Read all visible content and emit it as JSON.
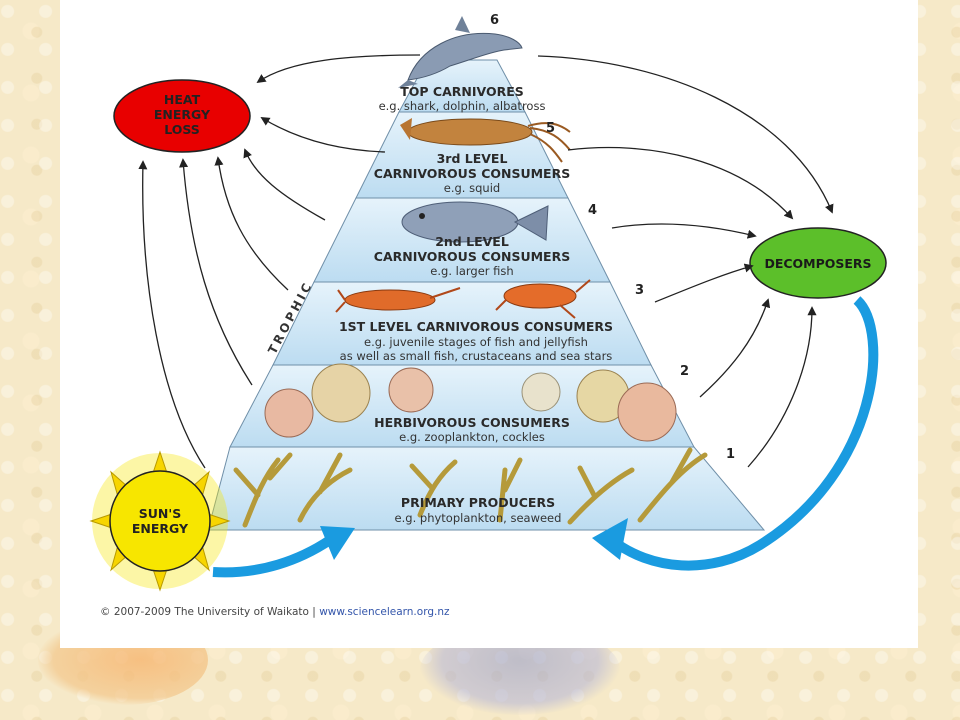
{
  "levels": [
    {
      "number": "1",
      "title": "PRIMARY PRODUCERS",
      "example": "e.g. phytoplankton, seaweed"
    },
    {
      "number": "2",
      "title": "HERBIVOROUS CONSUMERS",
      "example": "e.g. zooplankton, cockles"
    },
    {
      "number": "3",
      "title": "1ST LEVEL CARNIVOROUS CONSUMERS",
      "example": "e.g. juvenile stages of fish and jellyfish",
      "example2": "as well as small fish, crustaceans and sea stars"
    },
    {
      "number": "4",
      "title": "2nd LEVEL",
      "title2": "CARNIVOROUS CONSUMERS",
      "example": "e.g. larger fish"
    },
    {
      "number": "5",
      "title": "3rd LEVEL",
      "title2": "CARNIVOROUS CONSUMERS",
      "example": "e.g. squid"
    },
    {
      "number": "6",
      "title": "TOP CARNIVORES",
      "example": "e.g. shark, dolphin, albatross"
    }
  ],
  "heat": {
    "line1": "HEAT",
    "line2": "ENERGY",
    "line3": "LOSS",
    "color": "#e80000"
  },
  "decomposers": {
    "label": "DECOMPOSERS",
    "color": "#5cbf2a"
  },
  "sun": {
    "line1": "SUN'S",
    "line2": "ENERGY",
    "color": "#f7e600"
  },
  "side_label": "TROPHIC",
  "footer": {
    "text": "© 2007-2009 The University of Waikato | ",
    "link": "www.sciencelearn.org.nz"
  },
  "colors": {
    "pyramid": "#cfe6f6",
    "arrow_blue": "#1a9be0"
  }
}
